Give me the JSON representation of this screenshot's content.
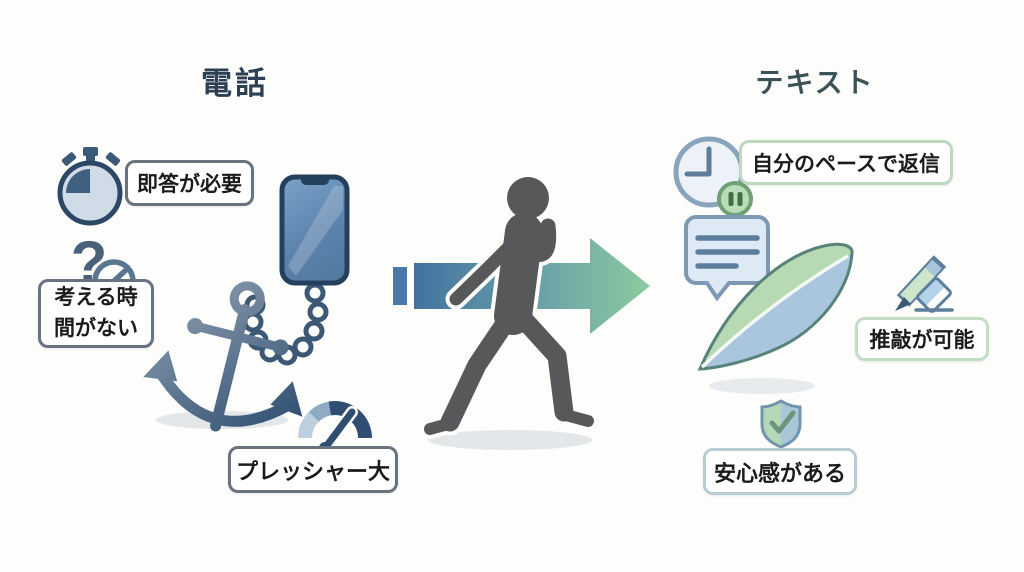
{
  "titles": {
    "phone": "電話",
    "text": "テキスト"
  },
  "phone_side": {
    "labels": {
      "immediate_reply": "即答が必要",
      "no_time_to_think": "考える時間がない",
      "high_pressure": "プレッシャー大"
    }
  },
  "text_side": {
    "labels": {
      "reply_own_pace": "自分のペースで返信",
      "can_polish": "推敲が可能",
      "feels_safe": "安心感がある"
    }
  },
  "glyphs": {
    "question_mark": "?"
  },
  "icons": {
    "left": [
      "stopwatch-icon",
      "question-ban-icon",
      "smartphone-icon",
      "chain-icon",
      "anchor-icon",
      "speedometer-icon"
    ],
    "center": [
      "transition-arrow-icon",
      "walking-person-icon"
    ],
    "right": [
      "clock-pause-icon",
      "chat-bubble-icon",
      "feather-icon",
      "pencil-eraser-icon",
      "shield-check-icon"
    ]
  },
  "colors": {
    "background": "#fdfdfc",
    "phone_title": "#2d3f52",
    "text_title": "#3a5156",
    "label_text": "#1b1b1b",
    "gray_border": "#68737f",
    "green_border": "#bdd8bf",
    "teal_border": "#b6cdd3",
    "phone_blue": "#5c83ad",
    "arrow_blue": "#44729f",
    "arrow_green": "#8ccb9f",
    "person_gray": "#56585a"
  }
}
